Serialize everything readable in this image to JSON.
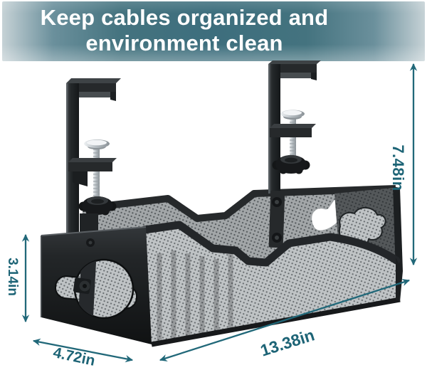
{
  "banner": {
    "title_line1": "Keep cables organized and",
    "title_line2": "environment clean",
    "text_color": "#ffffff",
    "bg_center_color": "#3d6e7d",
    "bg_edge_color": "#c6d2d6"
  },
  "product": {
    "label": "under-desk cable management mesh tray",
    "finish_color": "#202325",
    "components": [
      "left-c-clamp",
      "right-c-clamp",
      "mesh-basket",
      "clamp-knobs",
      "clamp-screws"
    ]
  },
  "dimensions": {
    "accent_color": "#1d6476",
    "overall_height": "7.48in",
    "side_height": "3.14in",
    "depth": "4.72in",
    "length": "13.38in"
  }
}
